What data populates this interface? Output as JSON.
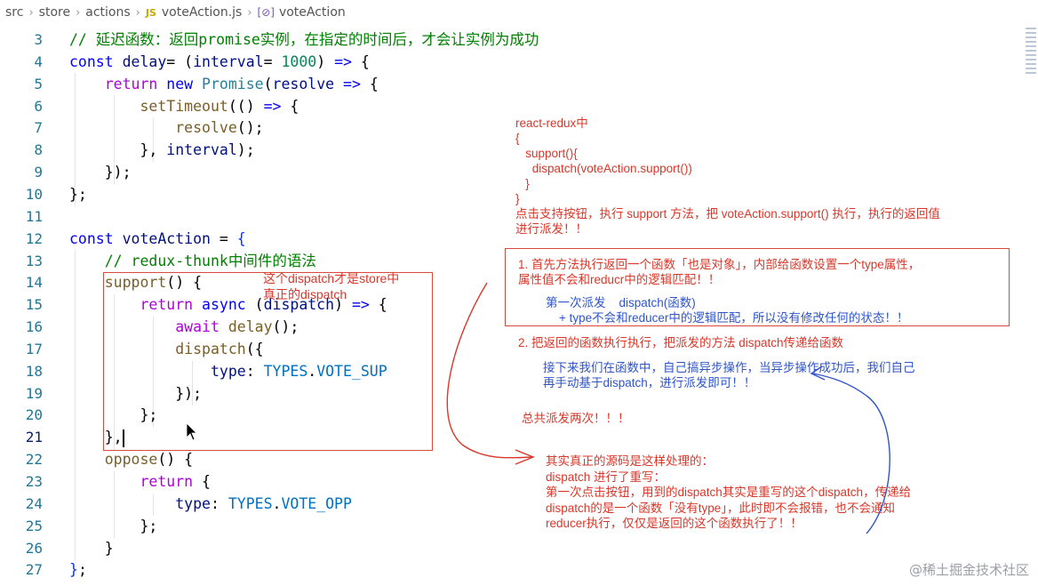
{
  "breadcrumb": {
    "src": "src",
    "store": "store",
    "actions": "actions",
    "js_badge": "JS",
    "file": "voteAction.js",
    "symbol_badge": "[⊘]",
    "symbol": "voteAction"
  },
  "code_lines": [
    {
      "n": "3",
      "segs": [
        [
          "cm",
          "// 延迟函数：返回promise实例，在指定的时间后，才会让实例为成功"
        ]
      ]
    },
    {
      "n": "4",
      "segs": [
        [
          "kw",
          "const "
        ],
        [
          "var",
          "delay"
        ],
        [
          "",
          "= ("
        ],
        [
          "var",
          "interval"
        ],
        [
          "",
          "= "
        ],
        [
          "num",
          "1000"
        ],
        [
          "",
          ") "
        ],
        [
          "kw",
          "=>"
        ],
        [
          "",
          " {"
        ]
      ]
    },
    {
      "n": "5",
      "segs": [
        [
          "",
          "    "
        ],
        [
          "kw2",
          "return "
        ],
        [
          "kw",
          "new "
        ],
        [
          "cls",
          "Promise"
        ],
        [
          "",
          "("
        ],
        [
          "var",
          "resolve"
        ],
        [
          "",
          " "
        ],
        [
          "kw",
          "=>"
        ],
        [
          "",
          " {"
        ]
      ]
    },
    {
      "n": "6",
      "segs": [
        [
          "",
          "        "
        ],
        [
          "fn",
          "setTimeout"
        ],
        [
          "",
          "(() "
        ],
        [
          "kw",
          "=>"
        ],
        [
          "",
          " {"
        ]
      ]
    },
    {
      "n": "7",
      "segs": [
        [
          "",
          "            "
        ],
        [
          "fn",
          "resolve"
        ],
        [
          "",
          "();"
        ]
      ]
    },
    {
      "n": "8",
      "segs": [
        [
          "",
          "        }, "
        ],
        [
          "var",
          "interval"
        ],
        [
          "",
          ");"
        ]
      ]
    },
    {
      "n": "9",
      "segs": [
        [
          "",
          "    });"
        ]
      ]
    },
    {
      "n": "10",
      "segs": [
        [
          "",
          "};"
        ]
      ]
    },
    {
      "n": "11",
      "segs": []
    },
    {
      "n": "12",
      "segs": [
        [
          "kw",
          "const "
        ],
        [
          "var",
          "voteAction"
        ],
        [
          "",
          " = "
        ],
        [
          "brk",
          "{"
        ]
      ]
    },
    {
      "n": "13",
      "segs": [
        [
          "",
          "    "
        ],
        [
          "cm",
          "// redux-thunk中间件的语法"
        ]
      ]
    },
    {
      "n": "14",
      "segs": [
        [
          "",
          "    "
        ],
        [
          "fn",
          "support"
        ],
        [
          "",
          "() {"
        ]
      ]
    },
    {
      "n": "15",
      "segs": [
        [
          "",
          "        "
        ],
        [
          "kw2",
          "return "
        ],
        [
          "kw",
          "async "
        ],
        [
          "",
          "("
        ],
        [
          "var",
          "dispatch"
        ],
        [
          "",
          ") "
        ],
        [
          "kw",
          "=>"
        ],
        [
          "",
          " {"
        ]
      ]
    },
    {
      "n": "16",
      "segs": [
        [
          "",
          "            "
        ],
        [
          "kw2",
          "await "
        ],
        [
          "fn",
          "delay"
        ],
        [
          "",
          "();"
        ]
      ]
    },
    {
      "n": "17",
      "segs": [
        [
          "",
          "            "
        ],
        [
          "fn",
          "dispatch"
        ],
        [
          "",
          "({"
        ]
      ]
    },
    {
      "n": "18",
      "segs": [
        [
          "",
          "                "
        ],
        [
          "var",
          "type"
        ],
        [
          "",
          ": "
        ],
        [
          "prop",
          "TYPES"
        ],
        [
          "",
          "."
        ],
        [
          "prop",
          "VOTE_SUP"
        ]
      ]
    },
    {
      "n": "19",
      "segs": [
        [
          "",
          "            });"
        ]
      ]
    },
    {
      "n": "20",
      "segs": [
        [
          "",
          "        };"
        ]
      ]
    },
    {
      "n": "21",
      "segs": [
        [
          "",
          "    },"
        ]
      ],
      "active": true
    },
    {
      "n": "22",
      "segs": [
        [
          "",
          "    "
        ],
        [
          "fn",
          "oppose"
        ],
        [
          "",
          "() {"
        ]
      ]
    },
    {
      "n": "23",
      "segs": [
        [
          "",
          "        "
        ],
        [
          "kw2",
          "return "
        ],
        [
          "",
          "{"
        ]
      ]
    },
    {
      "n": "24",
      "segs": [
        [
          "",
          "            "
        ],
        [
          "var",
          "type"
        ],
        [
          "",
          ": "
        ],
        [
          "prop",
          "TYPES"
        ],
        [
          "",
          "."
        ],
        [
          "prop",
          "VOTE_OPP"
        ]
      ]
    },
    {
      "n": "25",
      "segs": [
        [
          "",
          "        };"
        ]
      ]
    },
    {
      "n": "26",
      "segs": [
        [
          "",
          "    }"
        ]
      ]
    },
    {
      "n": "27",
      "segs": [
        [
          "brk",
          "}"
        ],
        [
          "",
          ";"
        ]
      ]
    }
  ],
  "annotations": {
    "box_label": "这个dispatch才是store中\n真正的dispatch",
    "react_redux": "react-redux中\n{\n   support(){\n     dispatch(voteAction.support())\n   }\n}\n点击支持按钮，执行 support 方法，把 voteAction.support() 执行，执行的返回值\n进行派发！！",
    "step1": "1. 首先方法执行返回一个函数「也是对象」，内部给函数设置一个type属性，\n属性值不会和reducr中的逻辑匹配！！",
    "step1_detail": "第一次派发    dispatch(函数)\n    + type不会和reducer中的逻辑匹配，所以没有修改任何的状态！！",
    "step2": "2. 把返回的函数执行执行，把派发的方法 dispatch传递给函数",
    "step2_detail": "接下来我们在函数中，自己搞异步操作，当异步操作成功后，我们自己\n再手动基于dispatch，进行派发即可！！",
    "total": "总共派发两次！！！",
    "source": "其实真正的源码是这样处理的：\ndispatch 进行了重写：\n第一次点击按钮，用到的dispatch其实是重写的这个dispatch，传递给\ndispatch的是一个函数「没有type」，此时即不会报错，也不会通知\nreducer执行，仅仅是返回的这个函数执行了！！"
  },
  "watermark": "@稀土掘金技术社区",
  "colors": {
    "annotation_red": "#d8382b",
    "annotation_blue": "#2f55c8",
    "line_number": "#237893"
  }
}
